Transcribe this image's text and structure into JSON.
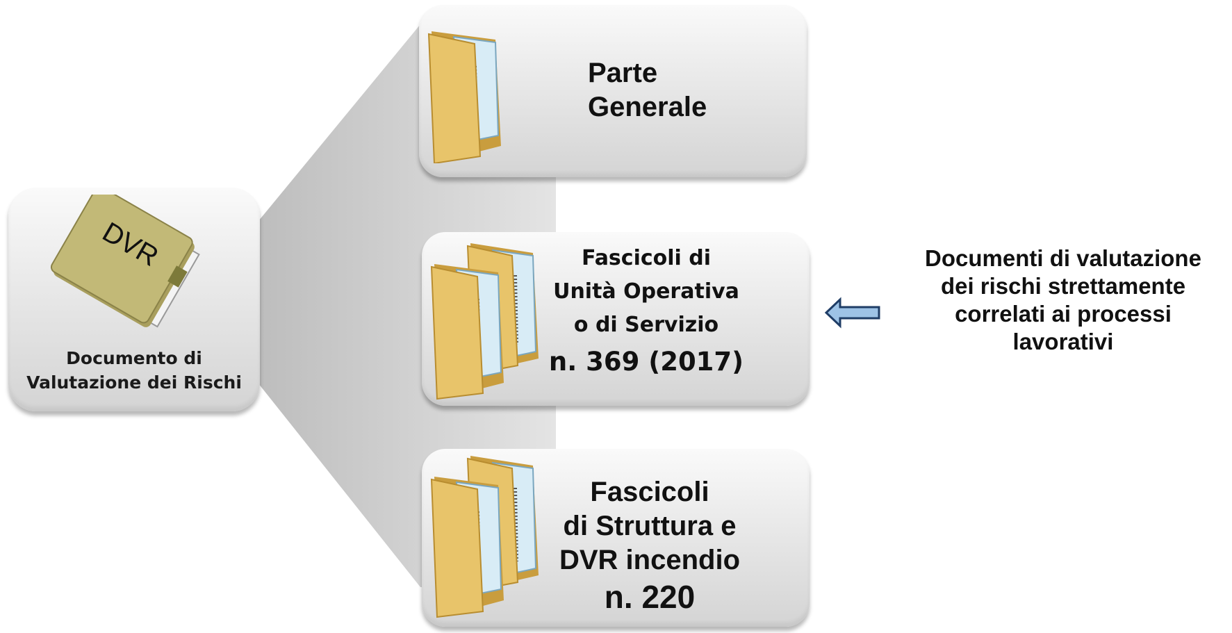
{
  "dvr": {
    "icon_text": "DVR",
    "caption_lines": [
      "Documento di",
      "Valutazione dei Rischi"
    ]
  },
  "boxes": [
    {
      "lines": [
        "Parte",
        "Generale"
      ],
      "folder_icon": "single-folder"
    },
    {
      "lines": [
        "Fascicoli di",
        "Unità Operativa",
        "o di Servizio"
      ],
      "count": "n. 369 (2017)",
      "folder_icon": "double-folder"
    },
    {
      "lines": [
        "Fascicoli",
        "di Struttura e",
        "DVR incendio"
      ],
      "count": "n. 220",
      "folder_icon": "double-folder"
    }
  ],
  "note": {
    "lines": [
      "Documenti di valutazione",
      "dei rischi strettamente",
      "correlati ai processi",
      "lavorativi"
    ],
    "arrow_icon": "left-arrow"
  },
  "colors": {
    "folder": "#e8c46a",
    "folder_dark": "#c99d3e",
    "dvr_folder": "#c2b977",
    "arrow_fill": "#9ec3e6",
    "arrow_stroke": "#1f3d66"
  }
}
